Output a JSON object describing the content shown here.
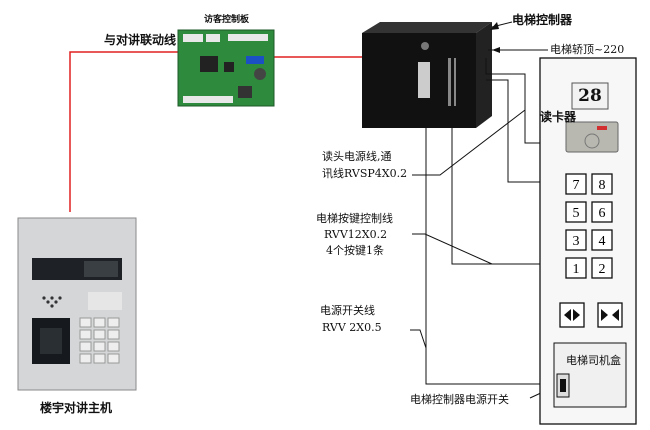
{
  "labels": {
    "intercom_linkage_line": "与对讲联动线",
    "access_control_board": "访客控制板",
    "elevator_controller": "电梯控制器",
    "elevator_car_top": "电梯轿顶~220",
    "card_reader": "读卡器",
    "reader_power_line_1": "读头电源线,通",
    "reader_power_line_2": "讯线RVSP4X0.2",
    "button_line_1": "电梯按键控制线",
    "button_line_2": "RVV12X0.2",
    "button_line_3": "4个按键1条",
    "power_switch_line_1": "电源开关线",
    "power_switch_line_2": "RVV 2X0.5",
    "operator_box": "电梯司机盒",
    "controller_power_switch": "电梯控制器电源开关",
    "intercom_host": "楼宇对讲主机"
  },
  "floor_display": "28",
  "floor_buttons": [
    "7",
    "8",
    "5",
    "6",
    "3",
    "4",
    "1",
    "2"
  ],
  "door_open_symbol": "◀▶",
  "door_close_symbol": "▶◀",
  "colors": {
    "linkage_line": "#e02020",
    "wiring": "#111111",
    "pcb_green": "#2e8b3e",
    "controller_body": "#111111",
    "panel_bg": "#f7f7f7"
  }
}
